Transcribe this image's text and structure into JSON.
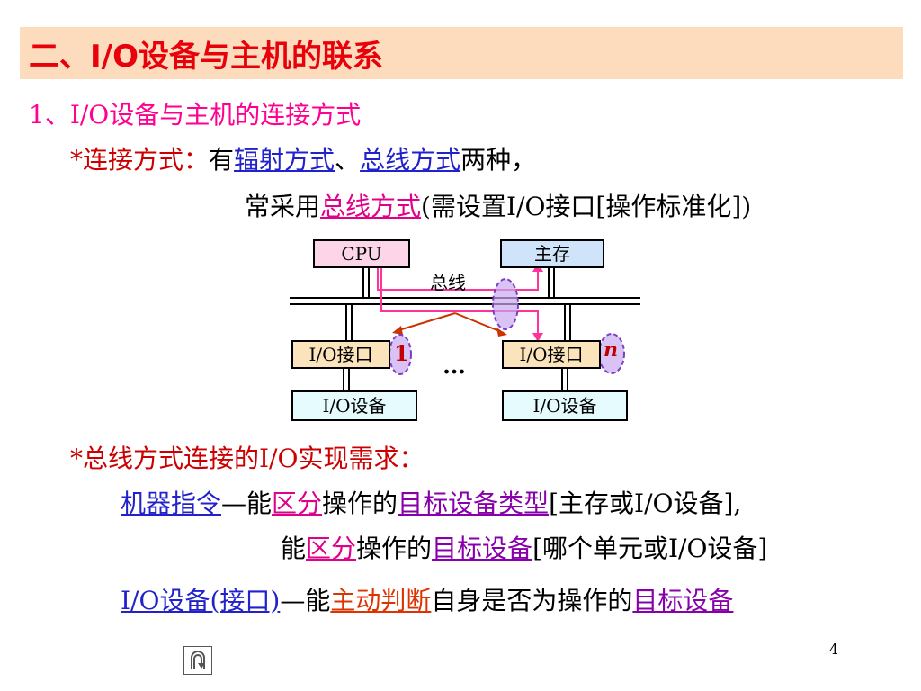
{
  "slide": {
    "title": "二、I/O设备与主机的联系",
    "section1": "1、I/O设备与主机的连接方式",
    "conn": {
      "bullet": "*连接方式：",
      "prefix": "有",
      "radial": "辐射方式",
      "sep": "、",
      "bus": "总线方式",
      "suffix": "两种，",
      "line2_prefix": "常采用",
      "line2_bus": "总线方式",
      "line2_suffix": "(需设置I/O接口[操作标准化])"
    },
    "diagram": {
      "cpu": "CPU",
      "memory": "主存",
      "bus_label": "总线",
      "iface1": "I/O接口",
      "iface_n": "I/O接口",
      "dev1": "I/O设备",
      "dev_n": "I/O设备",
      "num1": "1",
      "numn": "n",
      "ellipsis": "…"
    },
    "req": {
      "bullet": "*总线方式连接的I/O实现需求：",
      "l1_a": "机器指令",
      "l1_b": "—能",
      "l1_c": "区分",
      "l1_d": "操作的",
      "l1_e": "目标设备类型",
      "l1_f": "[主存或I/O设备],",
      "l2_a": "能",
      "l2_b": "区分",
      "l2_c": "操作的",
      "l2_d": "目标设备",
      "l2_e": "[哪个单元或I/O设备]",
      "l3_a": "I/O设备(接口)",
      "l3_b": "—能",
      "l3_c": "主动判断",
      "l3_d": "自身是否为操作的",
      "l3_e": "目标设备"
    },
    "page_number": "4",
    "nav_icon": "return-arrow-icon"
  }
}
